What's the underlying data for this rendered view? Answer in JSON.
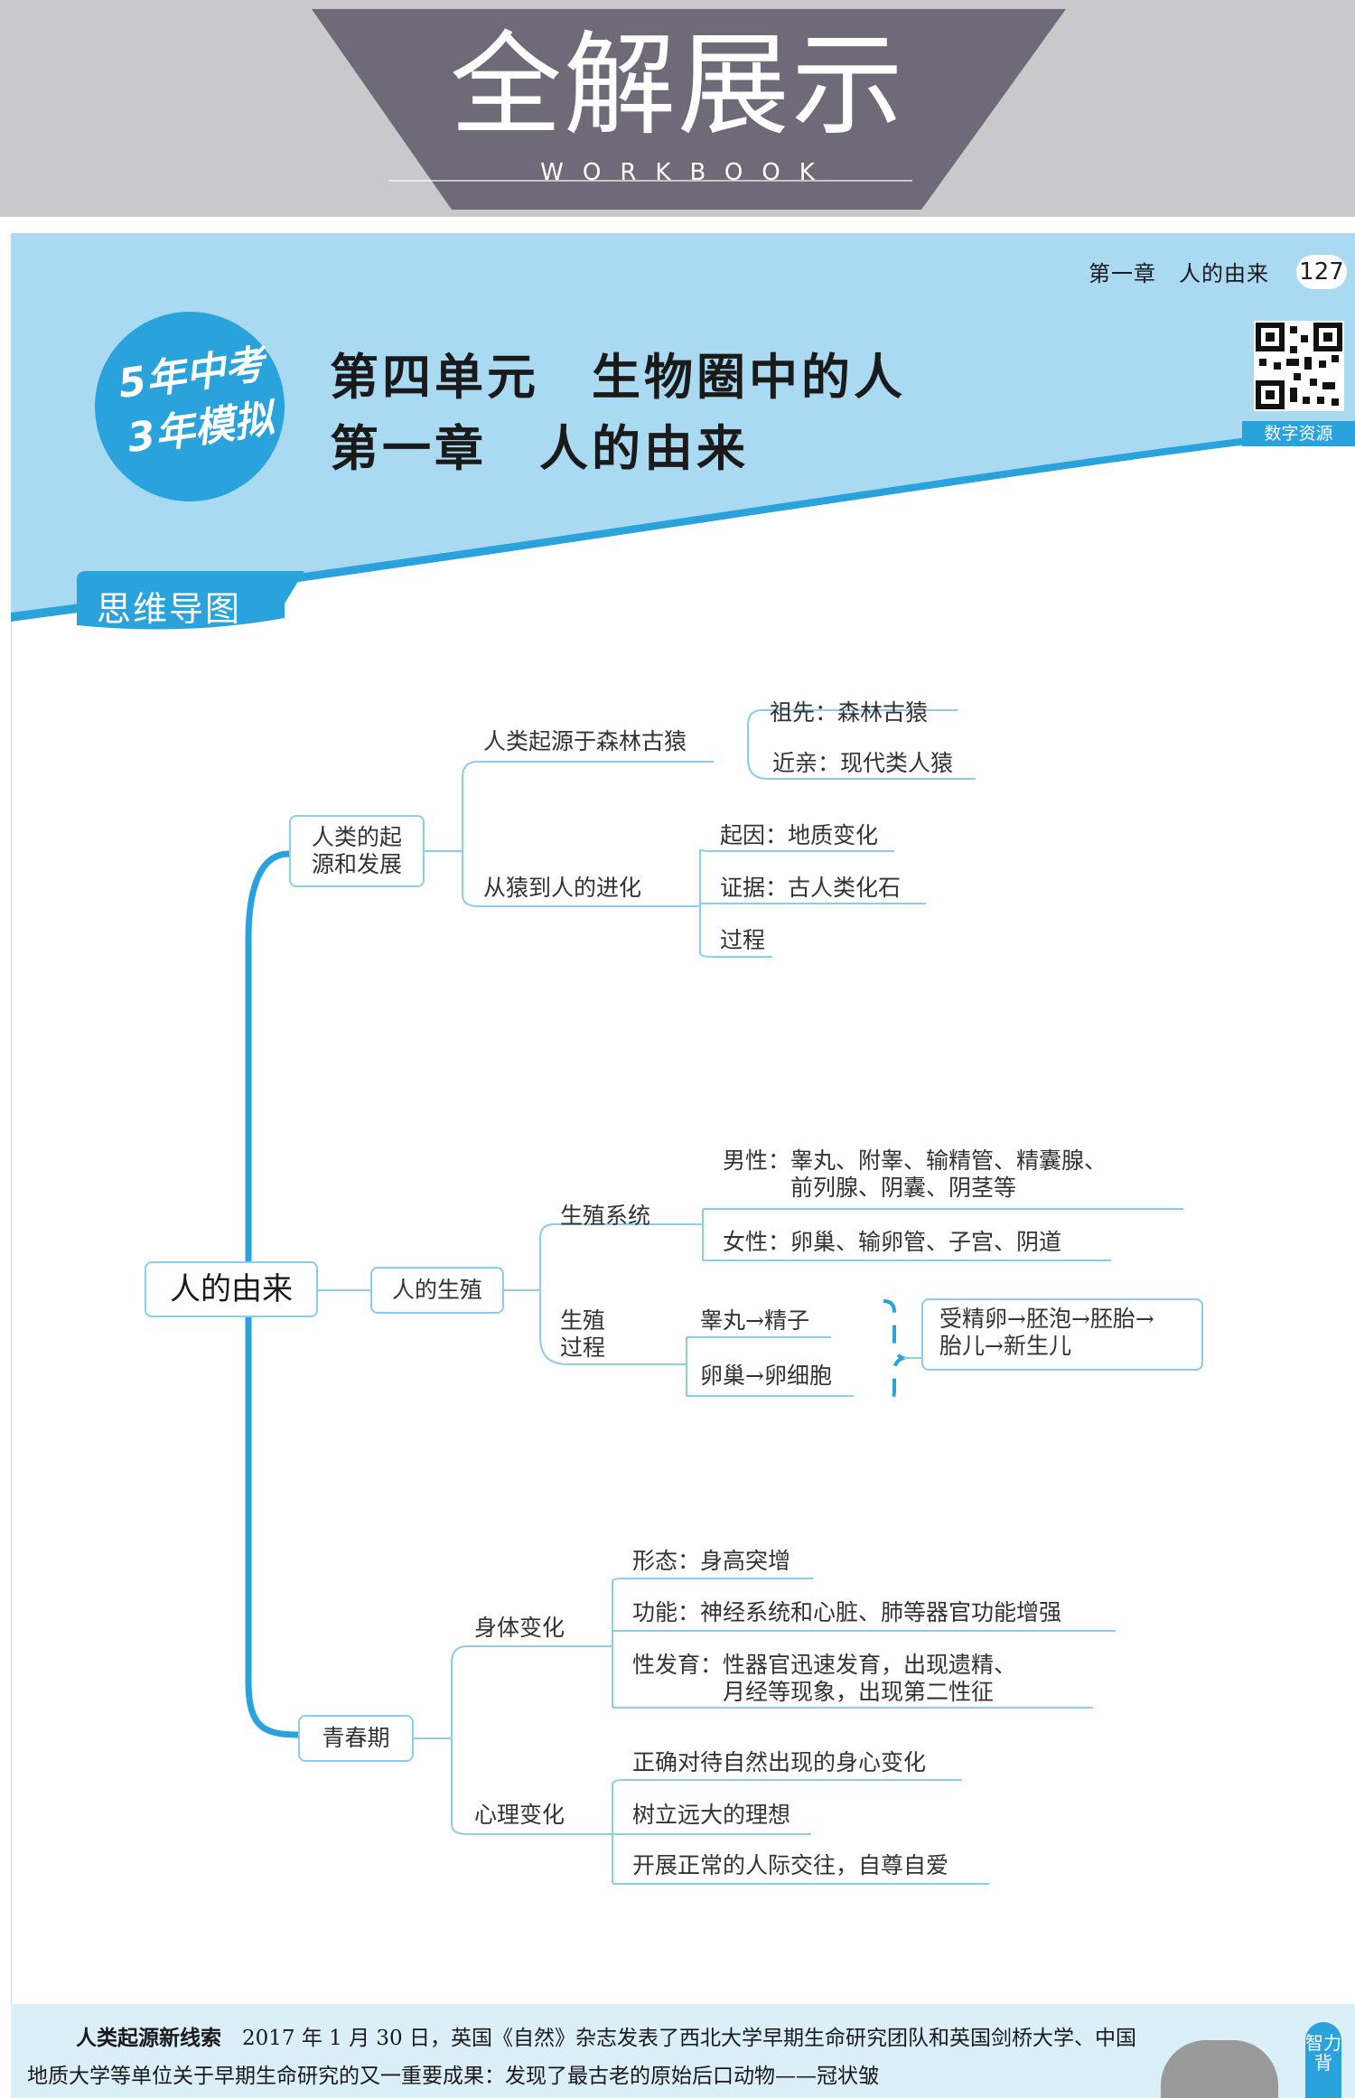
{
  "banner": {
    "title": "全解展示",
    "subtitle": "WORKBOOK"
  },
  "header": {
    "chapter_tag": "第一章　人的由来",
    "page_number": "127",
    "unit_title": "第四单元　生物圈中的人",
    "chapter_title": "第一章　人的由来",
    "logo_line1": "5年中考",
    "logo_line2": "3年模拟",
    "qr_label": "数字资源"
  },
  "section": {
    "label": "思维导图"
  },
  "mindmap": {
    "root": "人的由来",
    "branch1": {
      "label": "人类的起\n源和发展",
      "sub1": {
        "label": "人类起源于森林古猿",
        "items": [
          "祖先：森林古猿",
          "近亲：现代类人猿"
        ]
      },
      "sub2": {
        "label": "从猿到人的进化",
        "items": [
          "起因：地质变化",
          "证据：古人类化石",
          "过程"
        ]
      }
    },
    "branch2": {
      "label": "人的生殖",
      "sub1": {
        "label": "生殖系统",
        "items": [
          "男性：睾丸、附睾、输精管、精囊腺、\n　　　前列腺、阴囊、阴茎等",
          "女性：卵巢、输卵管、子宫、阴道"
        ]
      },
      "sub2": {
        "label": "生殖\n过程",
        "items": [
          "睾丸→精子",
          "卵巢→卵细胞"
        ],
        "result": "受精卵→胚泡→胚胎→\n胎儿→新生儿"
      }
    },
    "branch3": {
      "label": "青春期",
      "sub1": {
        "label": "身体变化",
        "items": [
          "形态：身高突增",
          "功能：神经系统和心脏、肺等器官功能增强",
          "性发育：性器官迅速发育，出现遗精、\n　　　　月经等现象，出现第二性征"
        ]
      },
      "sub2": {
        "label": "心理变化",
        "items": [
          "正确对待自然出现的身心变化",
          "树立远大的理想",
          "开展正常的人际交往，自尊自爱"
        ]
      }
    }
  },
  "footer": {
    "heading": "人类起源新线索",
    "text": "2017 年 1 月 30 日，英国《自然》杂志发表了西北大学早期生命研究团队和英国剑桥大学、中国地质大学等单位关于早期生命研究的又一重要成果：发现了最古老的原始后口动物——冠状皱",
    "side_label": "智力背"
  },
  "colors": {
    "accent": "#2aa3dc",
    "light_blue": "#a9daf2",
    "banner_gray": "#c9c8ca",
    "banner_dark": "#6f6a77"
  }
}
